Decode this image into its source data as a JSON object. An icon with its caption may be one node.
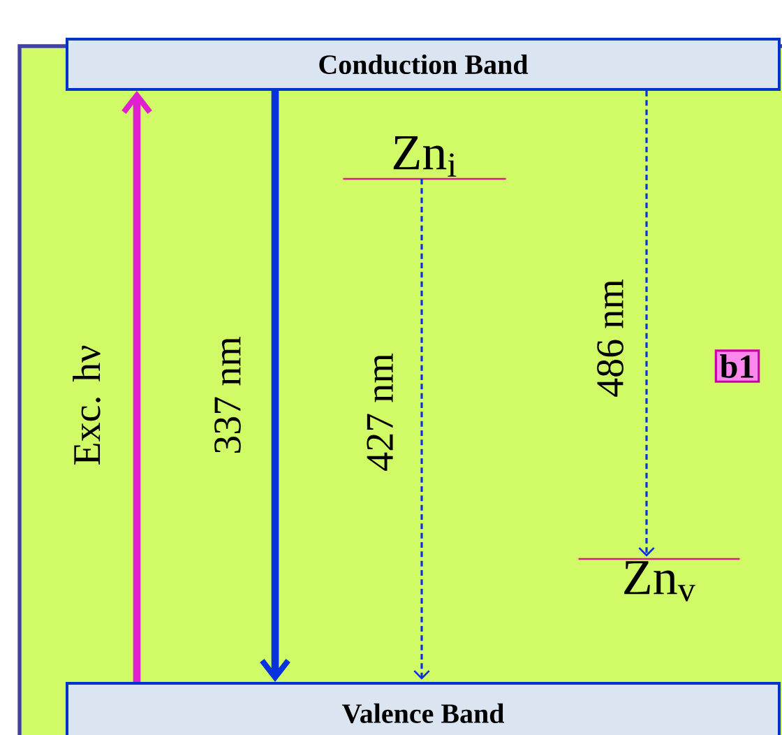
{
  "diagram": {
    "nodes": [
      {
        "text": [
          "Conduction  Band"
        ]
      },
      {
        "text": [
          "Valence Band"
        ]
      },
      {
        "text": [
          "Zn$_{i}$"
        ]
      },
      {
        "text": [
          "Zn$_{v}$"
        ]
      },
      {
        "text": [
          "b1"
        ]
      }
    ],
    "edges": [
      {
        "from": 1,
        "to": 0,
        "arrow": "to",
        "label": "Exc. hν",
        "style": "thick",
        "color": "#e020d0"
      },
      {
        "from": 0,
        "to": 1,
        "arrow": "to",
        "label": "337 nm",
        "style": "thick"
      },
      {
        "from": 2,
        "to": 1,
        "arrow": "to",
        "label": "427 nm",
        "style": "dashed"
      },
      {
        "from": 0,
        "to": 3,
        "arrow": "to",
        "label": "486 nm",
        "style": "dashed"
      }
    ]
  }
}
